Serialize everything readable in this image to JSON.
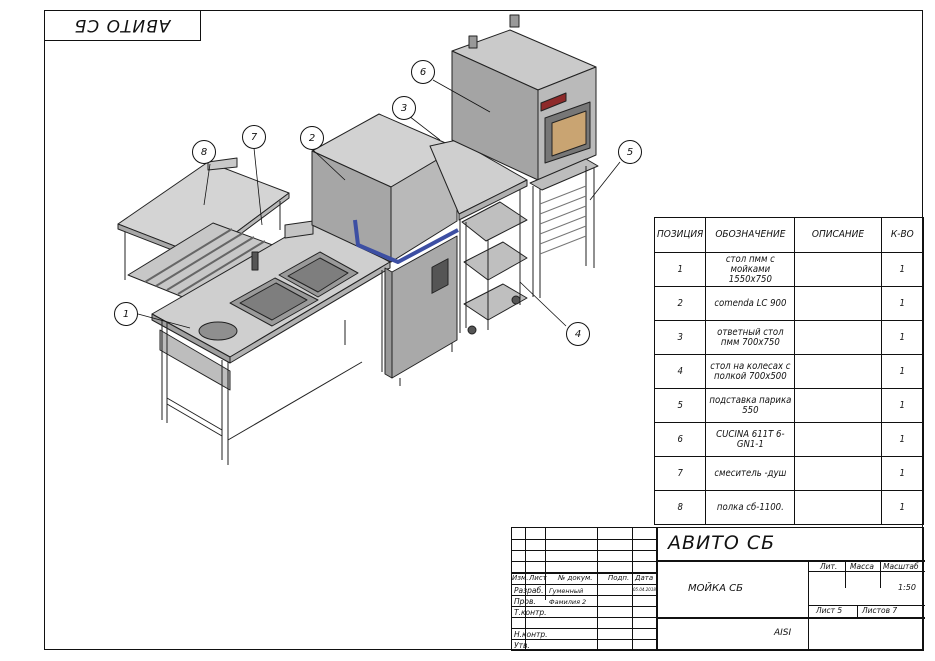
{
  "top_stamp": "АВИТО СБ",
  "callouts": [
    "1",
    "2",
    "3",
    "4",
    "5",
    "6",
    "7",
    "8"
  ],
  "spec_table": {
    "headers": [
      "ПОЗИЦИЯ",
      "ОБОЗНАЧЕНИЕ",
      "ОПИСАНИЕ",
      "К-ВО"
    ],
    "rows": [
      {
        "pos": "1",
        "name": "стол пмм с мойками 1550х750",
        "desc": "",
        "qty": "1"
      },
      {
        "pos": "2",
        "name": "comenda LC 900",
        "desc": "",
        "qty": "1"
      },
      {
        "pos": "3",
        "name": "ответный стол пмм 700х750",
        "desc": "",
        "qty": "1"
      },
      {
        "pos": "4",
        "name": "стол на колесах с полкой 700х500",
        "desc": "",
        "qty": "1"
      },
      {
        "pos": "5",
        "name": "подставка парика 550",
        "desc": "",
        "qty": "1"
      },
      {
        "pos": "6",
        "name": "CUCINA 611T 6-GN1-1",
        "desc": "",
        "qty": "1"
      },
      {
        "pos": "7",
        "name": "смеситель -душ",
        "desc": "",
        "qty": "1"
      },
      {
        "pos": "8",
        "name": "полка сб-1100.",
        "desc": "",
        "qty": "1"
      }
    ]
  },
  "title_block": {
    "doc_title": "АВИТО СБ",
    "part_name": "МОЙКА СБ",
    "material": "AISI",
    "lit_label": "Лит.",
    "mass_label": "Масса",
    "scale_label": "Масштаб",
    "scale_value": "1:50",
    "sheet_label": "Лист 5",
    "sheets_label": "Листов 7",
    "col_izm": "Изм.",
    "col_list": "Лист",
    "col_doc": "№ докум.",
    "col_sign": "Подп.",
    "col_date": "Дата",
    "date_value": "05.04.2018",
    "role_razrab": "Разраб.",
    "name_razrab": "Гуменный",
    "role_prov": "Пров.",
    "name_prov": "Фамилия 2",
    "role_tkontr": "Т.контр.",
    "role_nkontr": "Н.контр.",
    "role_utv": "Утв."
  }
}
